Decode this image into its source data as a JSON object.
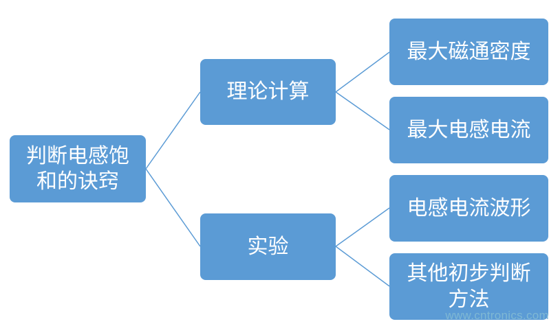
{
  "root": {
    "label": "判断电感饱\n和的诀窍"
  },
  "branches": [
    {
      "label": "理论计算",
      "children": [
        "最大磁通密度",
        "最大电感电流"
      ]
    },
    {
      "label": "实验",
      "children": [
        "电感电流波形",
        "其他初步判断\n方法"
      ]
    }
  ],
  "watermark": "www.cntronics.com",
  "colors": {
    "node_fill": "#5b9bd5",
    "connector": "#5b9bd5",
    "text": "#ffffff"
  }
}
